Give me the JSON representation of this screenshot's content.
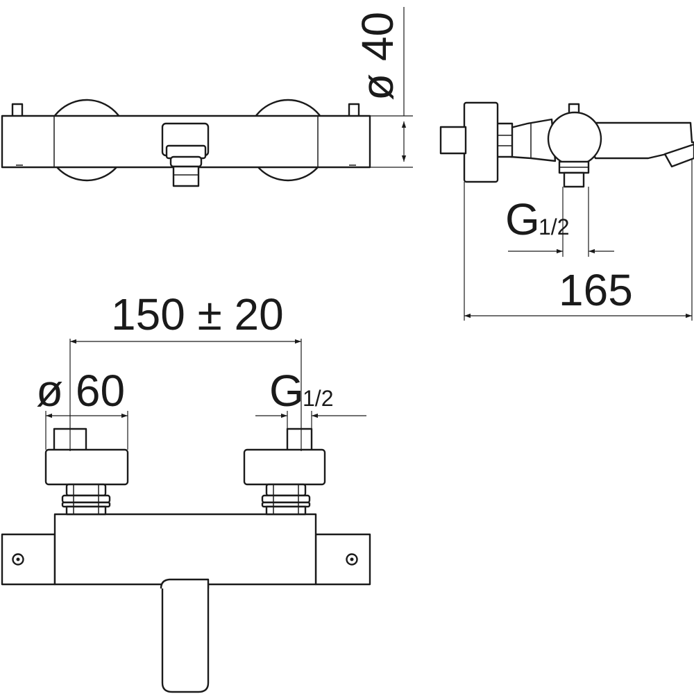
{
  "dimensions": {
    "diameter_40": "ø 40",
    "depth_165": "165",
    "thread_side_g": "G",
    "thread_side_frac": "1/2",
    "centres_150": "150 ± 20",
    "diameter_60": "ø 60",
    "thread_front_g": "G",
    "thread_front_frac": "1/2"
  },
  "colors": {
    "line": "#1a1a1a",
    "background": "#ffffff"
  }
}
